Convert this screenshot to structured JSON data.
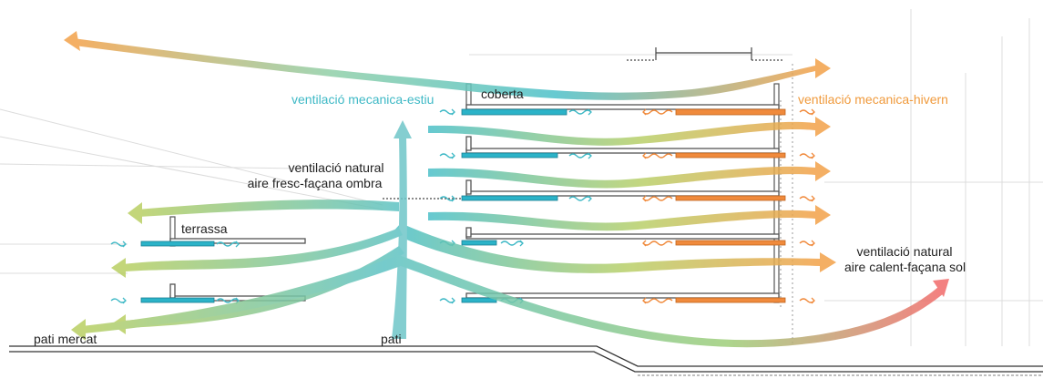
{
  "labels": {
    "ventilacio_estiu": "ventilació mecanica-estiu",
    "ventilacio_hivern": "ventilació mecanica-hivern",
    "coberta": "coberta",
    "natural_fresc_line1": "ventilació natural",
    "natural_fresc_line2": "aire fresc-façana ombra",
    "terrassa": "terrassa",
    "natural_calent_line1": "ventilació natural",
    "natural_calent_line2": "aire calent-façana sol",
    "pati_mercat": "pati mercat",
    "pati": "pati"
  },
  "colors": {
    "summer_teal": "#3fb9c6",
    "winter_orange": "#f08a3c",
    "warm_red": "#f26b6b",
    "mid_green": "#b9cf63",
    "slab_grey": "#555555",
    "faint_grey": "#d9d9d9"
  }
}
